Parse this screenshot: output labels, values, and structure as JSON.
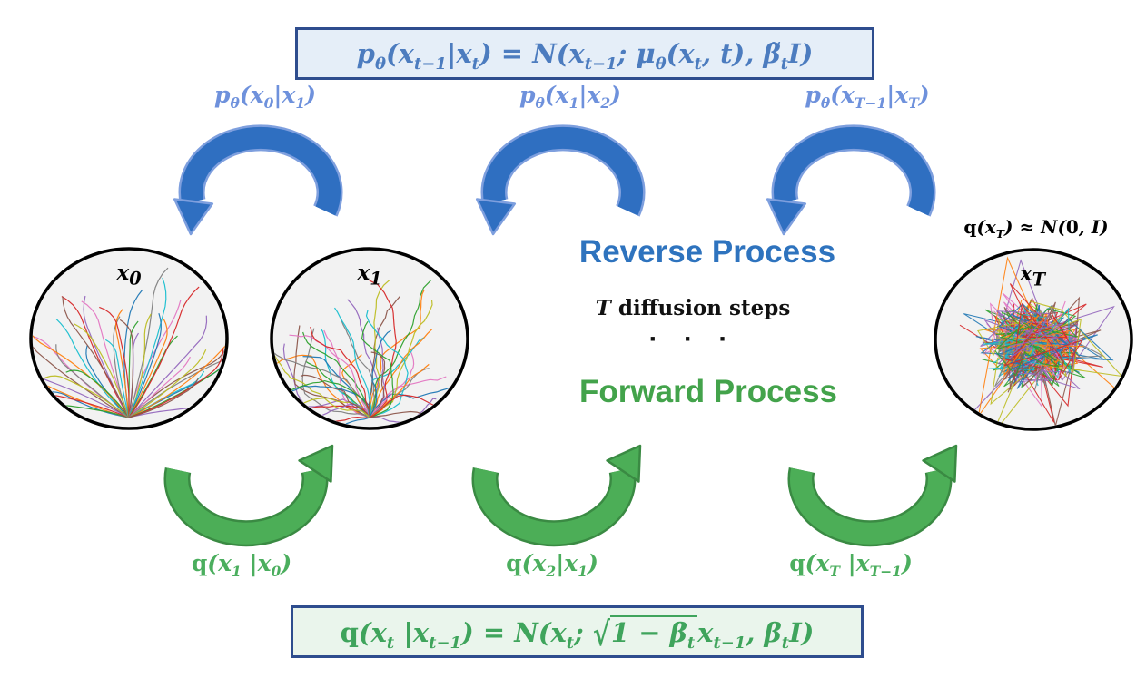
{
  "top_box": {
    "formula": "p_{θ}(x_{t−1}|x_{t}) = N(x_{t−1}; μ_{θ}(x_{t}, t), β̃_{t}I)"
  },
  "reverse": {
    "title": "Reverse Process",
    "labels": [
      "p_{θ}(x_{0}|x_{1})",
      "p_{θ}(x_{1}|x_{2})",
      "p_{θ}(x_{T−1}|x_{T})"
    ]
  },
  "center": {
    "t_var": "T",
    "steps_text": " diffusion steps",
    "dots": "· · ·"
  },
  "forward": {
    "title": "Forward Process",
    "labels": [
      "\\up{q}(x_{1} |x_{0})",
      "\\up{q}(x_{2}|x_{1})",
      "\\up{q}(x_{T} |x_{T−1})"
    ]
  },
  "bottom_box": {
    "formula": "\\up{q}(x_{t} |x_{t−1}) = N(x_{t}; \\sqrt{1 − β_{t}}x_{t−1}, β_{t}I)"
  },
  "states": [
    {
      "label": "x_{0}"
    },
    {
      "label": "x_{1}"
    },
    {
      "label": "x_{T}",
      "annotation": "\\up{q}(x_{T}) ≈ N(\\up{0}, I)"
    }
  ],
  "colors": {
    "blue_arrow": "#2F6FC1",
    "blue_arrow_outline": "#7E9FDE",
    "blue_step_label": "#6E91DC",
    "reverse_title": "#2E73BE",
    "formula_blue": "#4C7CBF",
    "box_border": "#2E4D8E",
    "box_bg_blue": "#E5EEF8",
    "green_arrow": "#4CAE57",
    "green_arrow_outline": "#3A8A43",
    "green_step_label": "#4BAE5E",
    "forward_title": "#43A34B",
    "formula_green": "#3FA45C",
    "box_bg_green": "#EAF5EC",
    "circle_bg": "#F2F2F2",
    "trajectory_palette": [
      "#1f77b4",
      "#ff7f0e",
      "#2ca02c",
      "#d62728",
      "#9467bd",
      "#8c564b",
      "#e377c2",
      "#7f7f7f",
      "#bcbd22",
      "#17becf"
    ]
  }
}
